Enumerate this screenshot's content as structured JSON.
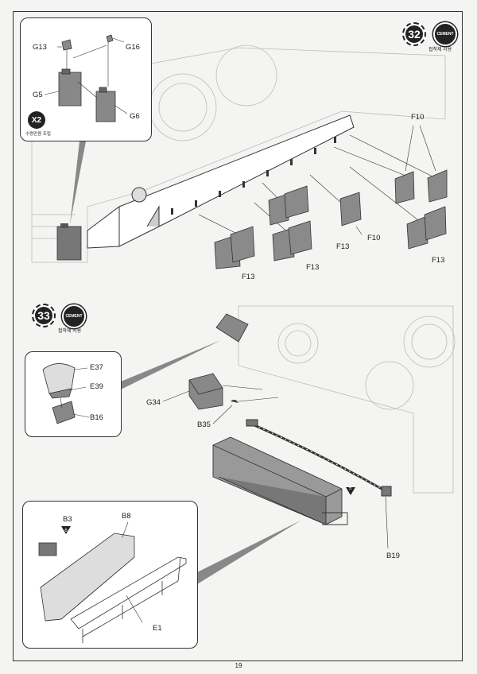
{
  "page_number": "19",
  "steps": [
    {
      "number": "32",
      "cement_icon": "CEMENT",
      "cement_caption": "접착제 사용",
      "inset": {
        "quantity_badge": "X2",
        "quantity_caption": "수량만큼 조립",
        "labels": [
          "G13",
          "G16",
          "G5",
          "G6"
        ]
      },
      "labels": [
        "F10",
        "F10",
        "F13",
        "F13",
        "F13",
        "F13"
      ]
    },
    {
      "number": "33",
      "cement_icon": "CEMENT",
      "cement_caption": "접착제 사용",
      "inset_a_labels": [
        "E37",
        "E39",
        "B16"
      ],
      "inset_b_labels": [
        "B3",
        "B8",
        "E1"
      ],
      "inset_b_marker": "6",
      "labels": [
        "G34",
        "B35",
        "B19"
      ],
      "marker": "5"
    }
  ],
  "icons": {
    "step_badge": "dashed-circle-number-icon",
    "cement": "cement-glue-icon",
    "triangle_marker": "triangle-marker-icon"
  }
}
